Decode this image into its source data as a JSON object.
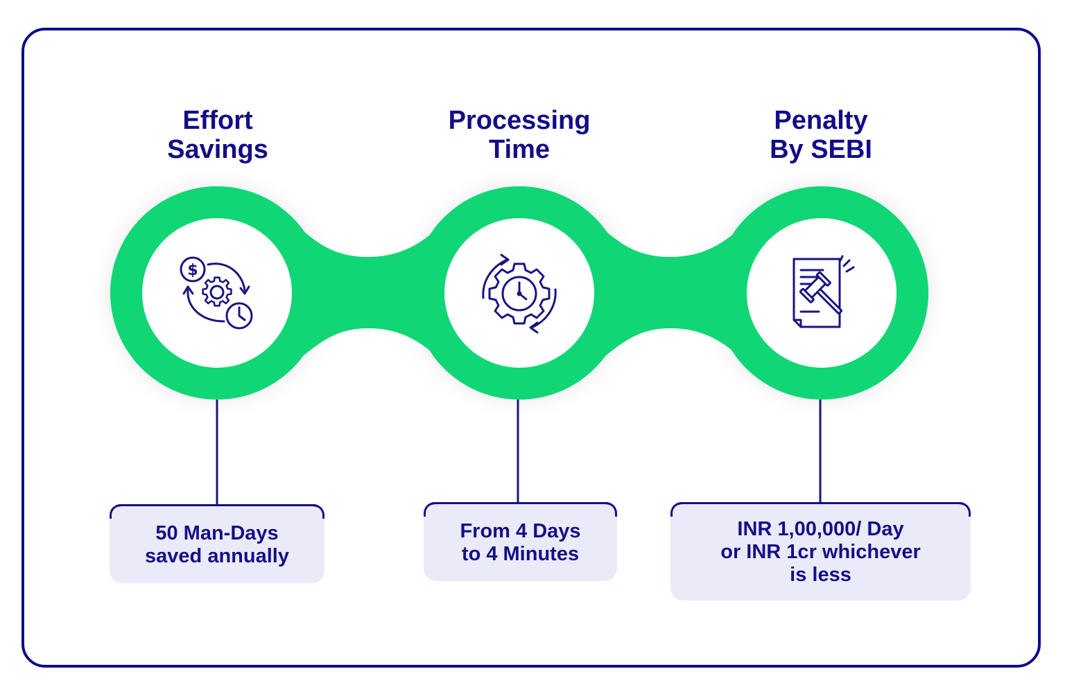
{
  "colors": {
    "frame": "#0e0b8c",
    "chain": "#10d676",
    "text": "#120d86",
    "card_bg": "#ebeaf8",
    "connector": "#1a1480"
  },
  "steps": [
    {
      "heading_line1": "Effort",
      "heading_line2": "Savings",
      "icon": "cost-time-savings-icon",
      "detail_lines": [
        "50 Man-Days",
        "saved annually"
      ]
    },
    {
      "heading_line1": "Processing",
      "heading_line2": "Time",
      "icon": "gear-clock-cycle-icon",
      "detail_lines": [
        "From 4 Days",
        "to 4 Minutes"
      ]
    },
    {
      "heading_line1": "Penalty",
      "heading_line2": "By SEBI",
      "icon": "legal-document-gavel-icon",
      "detail_lines": [
        "INR 1,00,000/ Day",
        "or INR 1cr whichever",
        "is less"
      ]
    }
  ]
}
